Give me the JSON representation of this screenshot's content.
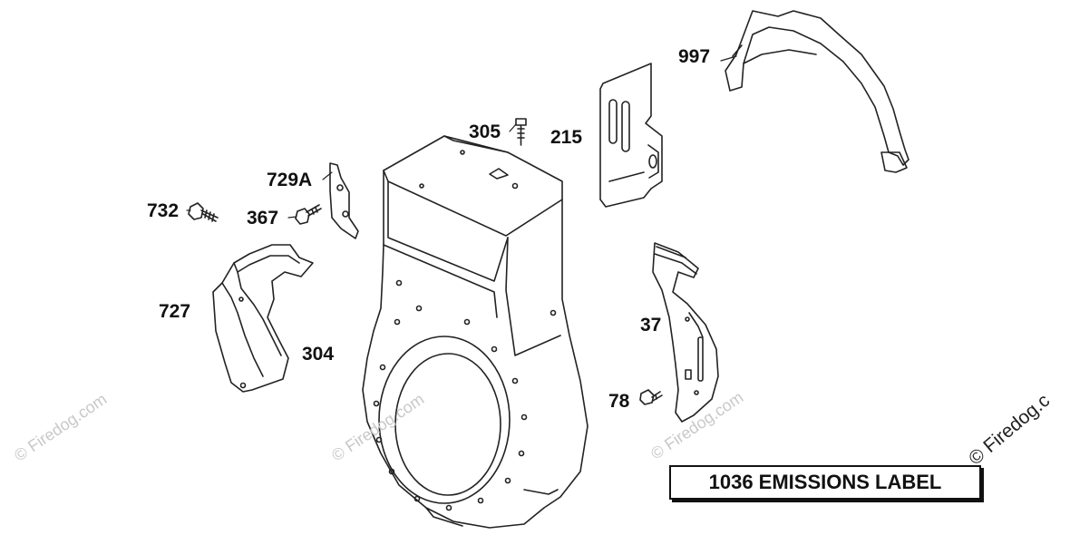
{
  "diagram": {
    "parts": {
      "p997": "997",
      "p305": "305",
      "p215": "215",
      "p729a": "729A",
      "p732": "732",
      "p367": "367",
      "p727": "727",
      "p304": "304",
      "p37": "37",
      "p78": "78"
    },
    "emissions_label": "1036 EMISSIONS LABEL",
    "watermark": "© Firedog.com",
    "watermark_main": "© Firedog.c"
  }
}
